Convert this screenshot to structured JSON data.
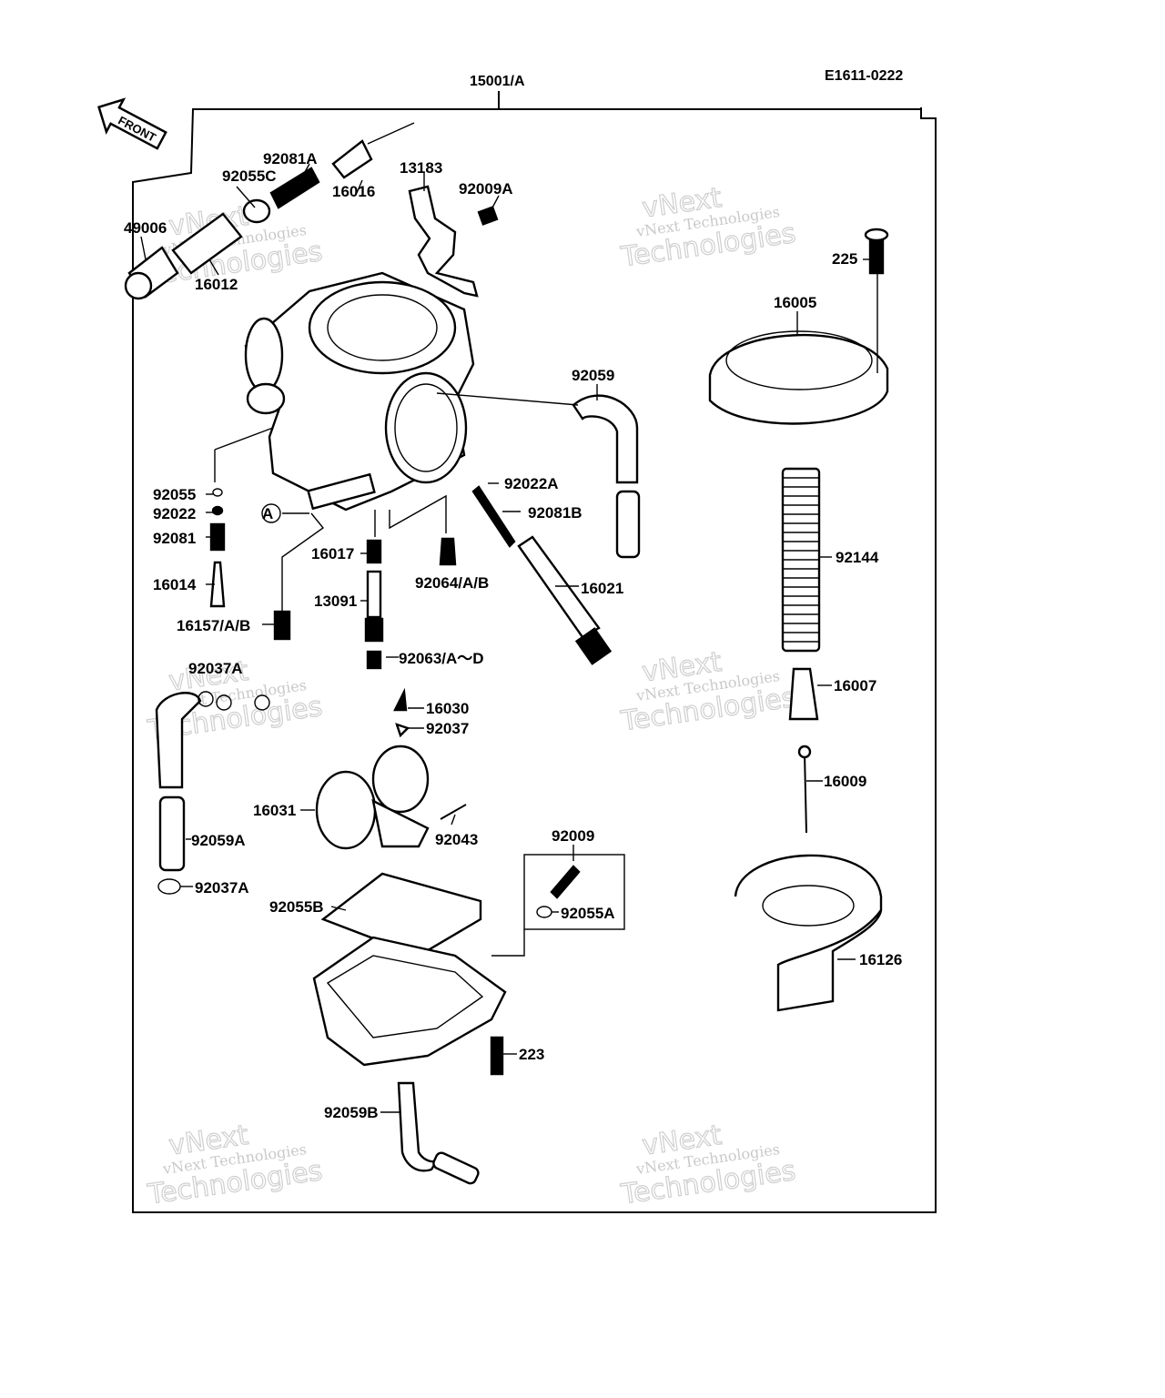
{
  "header": {
    "assembly_label": "15001/A",
    "diagram_code": "E1611-0222",
    "front_marker": "FRONT"
  },
  "watermark": {
    "line1": "vNext Technologies",
    "line2": "Technologies",
    "line3": "vNext"
  },
  "parts": [
    {
      "id": "p92081A",
      "label": "92081A"
    },
    {
      "id": "p92055C",
      "label": "92055C"
    },
    {
      "id": "p16016",
      "label": "16016"
    },
    {
      "id": "p13183",
      "label": "13183"
    },
    {
      "id": "p92009A",
      "label": "92009A"
    },
    {
      "id": "p49006",
      "label": "49006"
    },
    {
      "id": "p16012",
      "label": "16012"
    },
    {
      "id": "p225",
      "label": "225"
    },
    {
      "id": "p16005",
      "label": "16005"
    },
    {
      "id": "p92059",
      "label": "92059"
    },
    {
      "id": "p92055",
      "label": "92055"
    },
    {
      "id": "p92022",
      "label": "92022"
    },
    {
      "id": "p92081",
      "label": "92081"
    },
    {
      "id": "p16014",
      "label": "16014"
    },
    {
      "id": "p16157",
      "label": "16157/A/B"
    },
    {
      "id": "p16017",
      "label": "16017"
    },
    {
      "id": "p92064",
      "label": "92064/A/B"
    },
    {
      "id": "p13091",
      "label": "13091"
    },
    {
      "id": "p92063",
      "label": "92063/A～D"
    },
    {
      "id": "p92022A",
      "label": "92022A"
    },
    {
      "id": "p92081B",
      "label": "92081B"
    },
    {
      "id": "p16021",
      "label": "16021"
    },
    {
      "id": "p92144",
      "label": "92144"
    },
    {
      "id": "p16007",
      "label": "16007"
    },
    {
      "id": "p16009",
      "label": "16009"
    },
    {
      "id": "p92037A_top",
      "label": "92037A"
    },
    {
      "id": "p16030",
      "label": "16030"
    },
    {
      "id": "p92037",
      "label": "92037"
    },
    {
      "id": "p16031",
      "label": "16031"
    },
    {
      "id": "p92043",
      "label": "92043"
    },
    {
      "id": "p92059A",
      "label": "92059A"
    },
    {
      "id": "p92037A_bot",
      "label": "92037A"
    },
    {
      "id": "p92009",
      "label": "92009"
    },
    {
      "id": "p92055A",
      "label": "92055A"
    },
    {
      "id": "p92055B",
      "label": "92055B"
    },
    {
      "id": "p16126",
      "label": "16126"
    },
    {
      "id": "p223",
      "label": "223"
    },
    {
      "id": "p92059B",
      "label": "92059B"
    }
  ],
  "reference_marks": [
    "A"
  ]
}
